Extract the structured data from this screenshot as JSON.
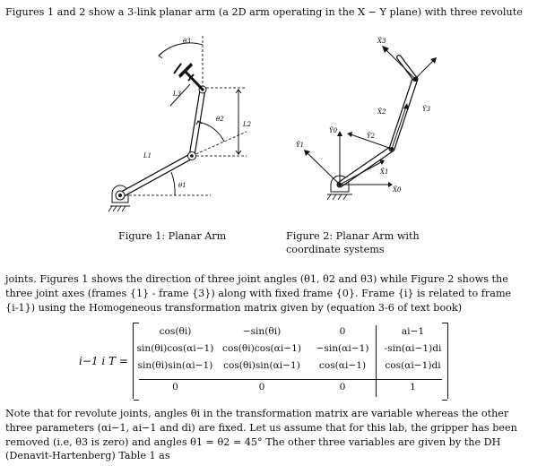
{
  "intro": "Figures 1 and 2 show a 3-link planar arm (a 2D arm operating in the X − Y plane) with three revolute",
  "figure1": {
    "caption": "Figure 1: Planar Arm",
    "labels": {
      "theta3": "θ3",
      "theta2": "θ2",
      "theta1": "θ1",
      "L1": "L1",
      "L2": "L2",
      "L3": "L3"
    }
  },
  "figure2": {
    "caption_line1": "Figure 2: Planar Arm with",
    "caption_line2": "coordinate systems",
    "labels": {
      "x3": "X̂3",
      "y3": "Ŷ3",
      "x2": "X̂2",
      "y2": "Ŷ2",
      "x1": "X̂1",
      "y1": "Ŷ1",
      "x0": "X̂0",
      "y0": "Ŷ0"
    }
  },
  "para2": {
    "line1": "joints. Figures 1 shows the direction of three joint angles (θ1, θ2 and θ3) while Figure 2 shows the",
    "line2": "three joint axes (frames {1} - frame {3}) along with fixed frame {0}. Frame {i} is related to frame",
    "line3": "{i-1}) using the Homogeneous transformation matrix given by (equation 3-6 of text book)"
  },
  "matrix": {
    "lhs": "i−1 i T =",
    "rows": [
      [
        "cos(θi)",
        "−sin(θi)",
        "0",
        "ai−1"
      ],
      [
        "sin(θi)cos(αi−1)",
        "cos(θi)cos(αi−1)",
        "−sin(αi−1)",
        "-sin(αi−1)di"
      ],
      [
        "sin(θi)sin(αi−1)",
        "cos(θi)sin(αi−1)",
        "cos(αi−1)",
        "cos(αi−1)di"
      ],
      [
        "0",
        "0",
        "0",
        "1"
      ]
    ]
  },
  "para3": {
    "line1": "Note that for revolute joints, angles θi in the transformation matrix are variable whereas the other",
    "line2": "three parameters (αi−1, ai−1 and di) are fixed. Let us assume that for this lab, the gripper has been",
    "line3": "removed (i.e, θ3 is zero) and angles θ1 = θ2 = 45° The other three variables are given by the DH",
    "line4": "(Denavit-Hartenberg) Table 1 as"
  }
}
